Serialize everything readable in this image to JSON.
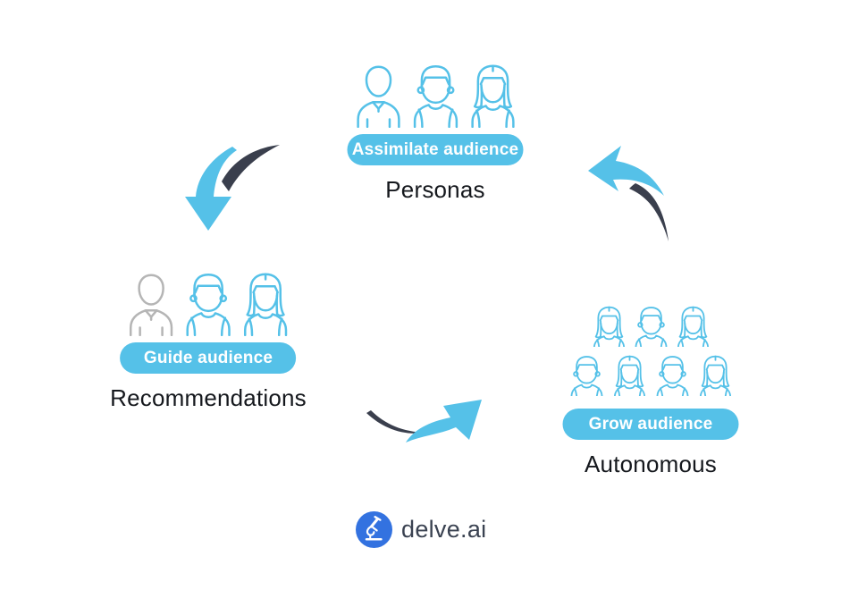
{
  "diagram": {
    "personas": {
      "pill_label": "Assimilate audience",
      "label": "Personas",
      "icons": [
        "man-collar-icon",
        "man-short-hair-icon",
        "woman-long-hair-icon"
      ]
    },
    "recommendations": {
      "pill_label": "Guide audience",
      "label": "Recommendations",
      "icons": [
        "man-collar-gray-icon",
        "man-short-hair-icon",
        "woman-long-hair-icon"
      ]
    },
    "autonomous": {
      "pill_label": "Grow audience",
      "label": "Autonomous",
      "icons_row1": [
        "woman-long-hair-icon",
        "man-short-hair-icon",
        "woman-long-hair-icon"
      ],
      "icons_row2": [
        "man-short-hair-icon",
        "woman-long-hair-icon",
        "man-short-hair-icon",
        "woman-long-hair-icon"
      ]
    },
    "arrows": [
      "arrow-personas-to-recommendations",
      "arrow-recommendations-to-autonomous",
      "arrow-autonomous-to-personas"
    ]
  },
  "logo": {
    "brand": "delve.ai",
    "icon": "microscope-icon"
  },
  "colors": {
    "accent_blue": "#55C1E8",
    "arrow_dark": "#3A3F4D",
    "icon_gray": "#B5B5B5",
    "logo_blue": "#3372E0",
    "brand_text": "#3A4251",
    "label_text": "#15181D",
    "pill_text": "#FFFFFF",
    "background": "#FFFFFF"
  }
}
